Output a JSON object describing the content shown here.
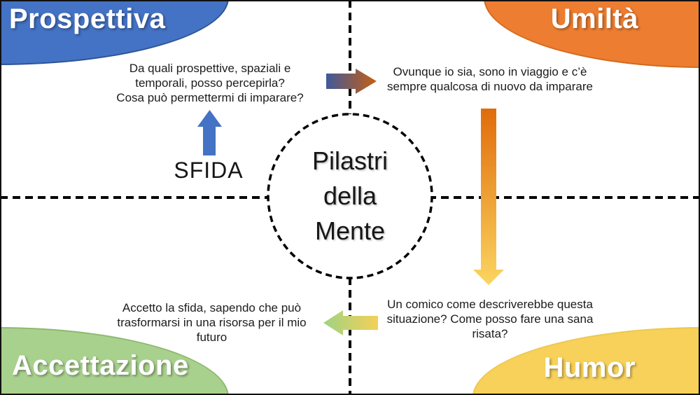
{
  "center": {
    "lines": [
      "Pilastri",
      "della",
      "Mente"
    ]
  },
  "challenge_label": "SFIDA",
  "corners": {
    "top_left": {
      "label": "Prospettiva",
      "color": "#4472C4"
    },
    "top_right": {
      "label": "Umiltà",
      "color": "#ED7D31"
    },
    "bottom_left": {
      "label": "Accettazione",
      "color": "#A9D18E"
    },
    "bottom_right": {
      "label": "Humor",
      "color": "#F7D159"
    }
  },
  "quadrants": {
    "top_left": {
      "lines": [
        "Da quali prospettive, spaziali e",
        "temporali, posso percepirla?",
        "Cosa può permettermi di imparare?"
      ]
    },
    "top_right": {
      "lines": [
        "Ovunque io sia, sono in viaggio e c’è",
        "sempre qualcosa di nuovo da imparare"
      ]
    },
    "bottom_left": {
      "lines": [
        "Accetto la sfida, sapendo che può",
        "trasformarsi in una risorsa per il mio",
        "futuro"
      ]
    },
    "bottom_right": {
      "lines": [
        "Un comico come descriverebbe questa",
        "situazione? Come posso fare una sana",
        "risata?"
      ]
    }
  },
  "arrows": {
    "up": {
      "color": "#4472C4"
    },
    "right": {
      "gradient_start": "#41599A",
      "gradient_end": "#C55F11"
    },
    "down": {
      "gradient_start": "#E06C0C",
      "gradient_end": "#FBD560"
    },
    "left": {
      "gradient_start": "#9FD383",
      "gradient_end": "#F4D058"
    }
  },
  "divider_color": "#000000"
}
